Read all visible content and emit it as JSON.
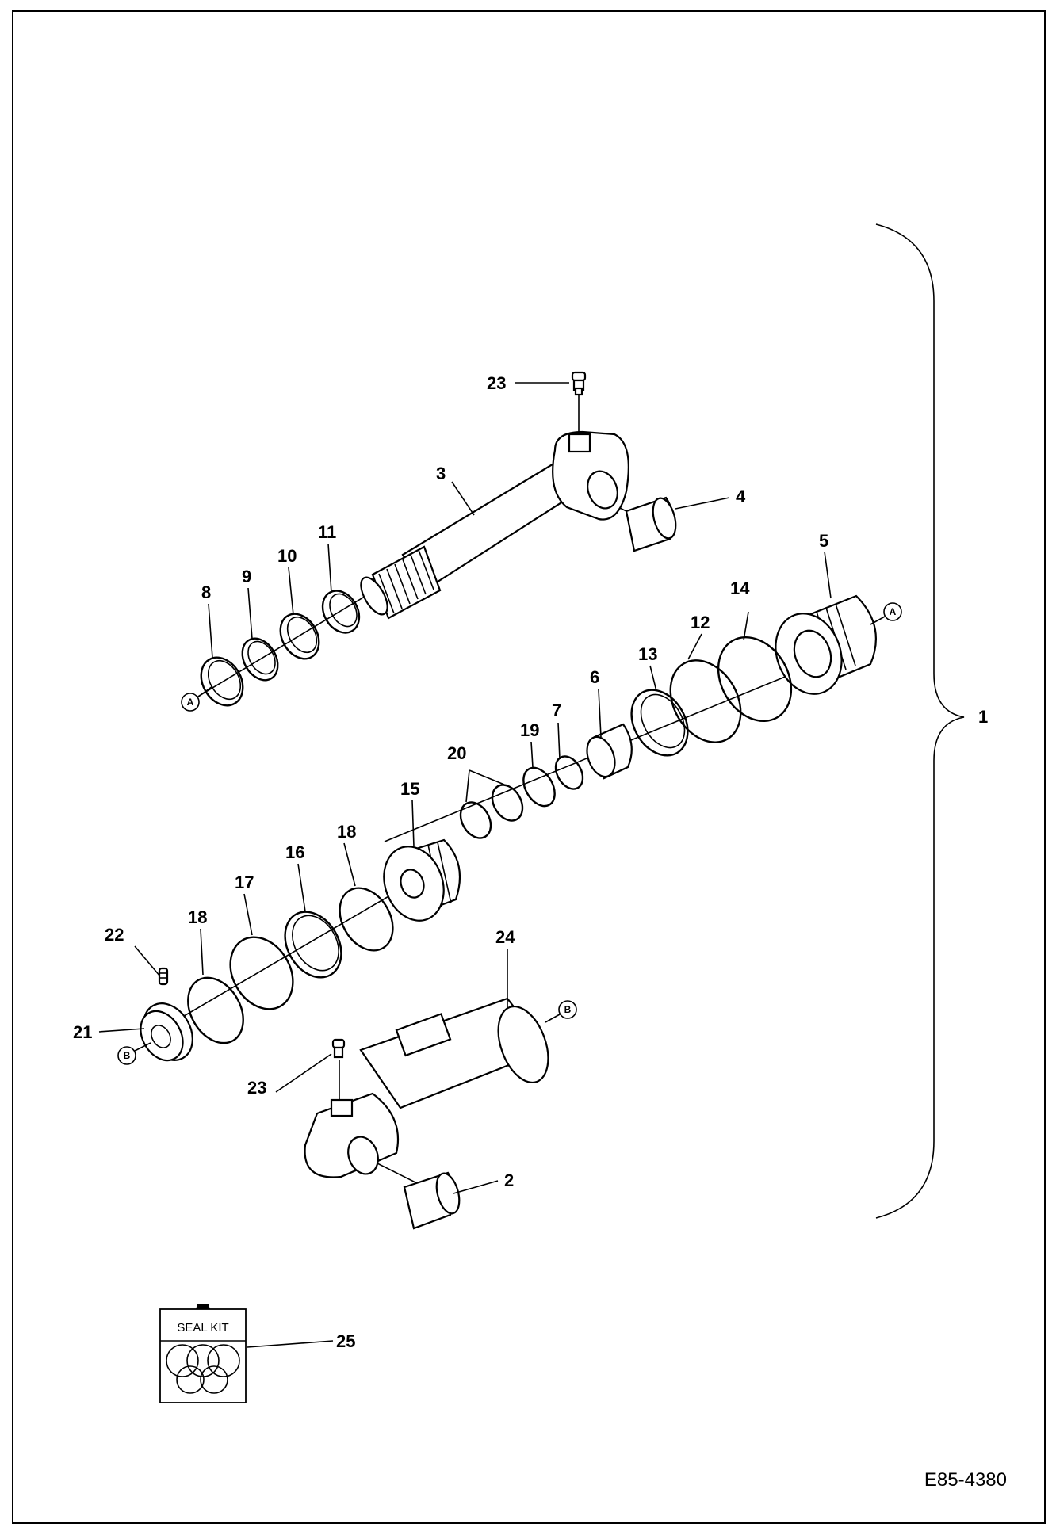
{
  "drawing_code": "E85-4380",
  "seal_kit_text": "SEAL KIT",
  "callouts": {
    "assembly": "1",
    "pin_base": "2",
    "rod": "3",
    "pin_rod": "4",
    "gland": "5",
    "bushing": "6",
    "snap_ring": "7",
    "wiper": "8",
    "rod_seal_9": "9",
    "rod_seal_10": "10",
    "rod_seal_11": "11",
    "o_ring_12": "12",
    "backup_ring_13": "13",
    "o_ring_14": "14",
    "piston": "15",
    "piston_seal_16": "16",
    "piston_ring_17": "17",
    "wear_ring_18a": "18",
    "wear_ring_18b": "18",
    "ring_19": "19",
    "ring_20": "20",
    "nut": "21",
    "set_screw": "22",
    "grease_fitting_top": "23",
    "grease_fitting_bottom": "23",
    "barrel": "24",
    "seal_kit": "25"
  },
  "refs": {
    "a1": "A",
    "a2": "A",
    "b1": "B",
    "b2": "B"
  }
}
